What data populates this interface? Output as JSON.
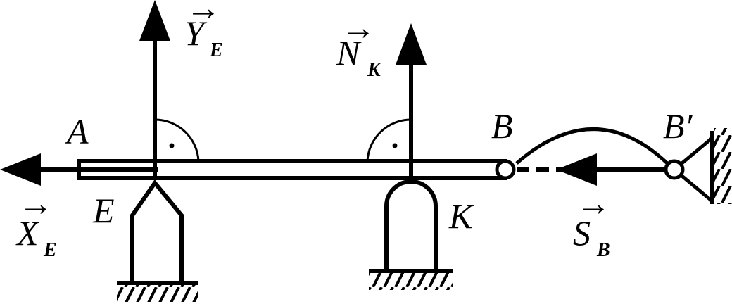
{
  "labels": {
    "A": "A",
    "B": "B",
    "B_prime": "B′",
    "E": "E",
    "K": "K",
    "X": "X",
    "X_sub": "E",
    "Y": "Y",
    "Y_sub": "E",
    "N": "N",
    "N_sub": "K",
    "S": "S",
    "S_sub": "B"
  },
  "vector_arrow": "→",
  "right_angle_dot": "·"
}
